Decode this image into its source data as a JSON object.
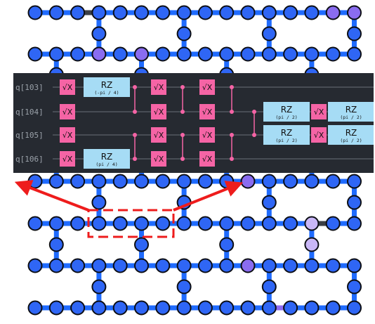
{
  "colors": {
    "background": "#ffffff",
    "coupling_edge": "#1f6bff",
    "coupling_edge_dark": "#3b3f46",
    "coupling_edge_purple": "#8e6bf2",
    "qubit_default": "#2f66f5",
    "qubit_purple": "#8a6cf0",
    "qubit_light": "#c9b7f7",
    "qubit_stroke": "#0c0e14",
    "panel": "#262a31",
    "wire": "#6b7079",
    "sx_gate": "#f564a5",
    "rz_gate": "#a6dcf5",
    "control": "#f564a5",
    "arrow": "#ee1c1c"
  },
  "circuit": {
    "qubits": [
      "q[103]",
      "q[104]",
      "q[105]",
      "q[106]"
    ],
    "sx_symbol": "√X",
    "rz_label": "RZ",
    "gates": [
      {
        "type": "sx",
        "q": 0,
        "col": 0
      },
      {
        "type": "sx",
        "q": 1,
        "col": 0
      },
      {
        "type": "sx",
        "q": 2,
        "col": 0
      },
      {
        "type": "sx",
        "q": 3,
        "col": 0
      },
      {
        "type": "rz",
        "q": 0,
        "col": 1,
        "param": "(-pi / 4)"
      },
      {
        "type": "rz",
        "q": 3,
        "col": 1,
        "param": "(pi / 4)"
      },
      {
        "type": "sx",
        "q": 0,
        "col": 3
      },
      {
        "type": "sx",
        "q": 1,
        "col": 3
      },
      {
        "type": "sx",
        "q": 2,
        "col": 3
      },
      {
        "type": "sx",
        "q": 3,
        "col": 3
      },
      {
        "type": "sx",
        "q": 0,
        "col": 5
      },
      {
        "type": "sx",
        "q": 1,
        "col": 5
      },
      {
        "type": "sx",
        "q": 2,
        "col": 5
      },
      {
        "type": "sx",
        "q": 3,
        "col": 5
      },
      {
        "type": "rz",
        "q": 1,
        "col": 8,
        "param": "(pi / 2)"
      },
      {
        "type": "rz",
        "q": 2,
        "col": 8,
        "param": "(pi / 2)"
      },
      {
        "type": "sx",
        "q": 1,
        "col": 9
      },
      {
        "type": "sx",
        "q": 2,
        "col": 9
      },
      {
        "type": "rz",
        "q": 1,
        "col": 10,
        "param": "(pi / 2)"
      },
      {
        "type": "rz",
        "q": 2,
        "col": 10,
        "param": "(pi / 2)"
      }
    ],
    "cz": [
      {
        "col": 2,
        "qa": 0,
        "qb": 1
      },
      {
        "col": 2,
        "qa": 2,
        "qb": 3
      },
      {
        "col": 4,
        "qa": 0,
        "qb": 1
      },
      {
        "col": 4,
        "qa": 2,
        "qb": 3
      },
      {
        "col": 6,
        "qa": 0,
        "qb": 1
      },
      {
        "col": 6,
        "qa": 2,
        "qb": 3
      },
      {
        "col": 7,
        "qa": 1,
        "qb": 2
      }
    ]
  }
}
